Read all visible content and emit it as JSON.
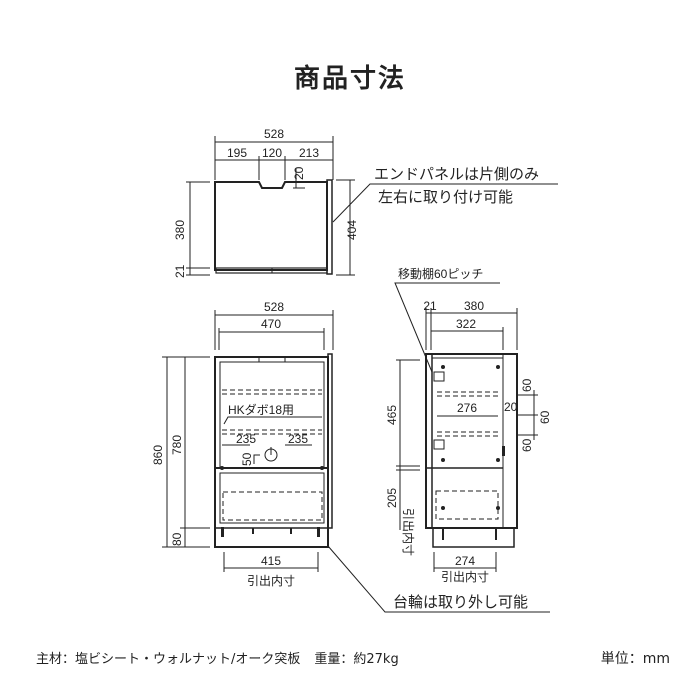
{
  "title": "商品寸法",
  "top_view": {
    "width_total": "528",
    "segments": [
      "195",
      "120",
      "213"
    ],
    "notch_depth": "20",
    "depth": "380",
    "base_height": "21",
    "depth_with_panel": "404",
    "note_line1": "エンドパネルは片側のみ",
    "note_line2": "左右に取り付け可能"
  },
  "front_view": {
    "width_total": "528",
    "inner_width": "470",
    "height_total": "860",
    "upper_height": "780",
    "base_height": "80",
    "dowel_label": "HKダボ18用",
    "hole_left": "235",
    "hole_right": "235",
    "hole_offset": "50",
    "drawer_inner_width": "415",
    "drawer_inner_label": "引出内寸"
  },
  "side_view": {
    "shelf_pitch_note": "移動棚60ピッチ",
    "panel": "21",
    "depth": "380",
    "inner_depth": "322",
    "shelf_depth": "276",
    "gap": "20",
    "pitch_a": "60",
    "pitch_b": "60",
    "pitch_c": "60",
    "upper_height": "465",
    "drawer_height": "205",
    "drawer_height_label": "引出内寸",
    "drawer_inner_depth": "274",
    "drawer_inner_label": "引出内寸",
    "caster_note": "台輪は取り外し可能"
  },
  "footer": {
    "material": "主材：塩ビシート・ウォルナット/オーク突板",
    "weight": "重量：約27kg",
    "unit": "単位：mm"
  }
}
